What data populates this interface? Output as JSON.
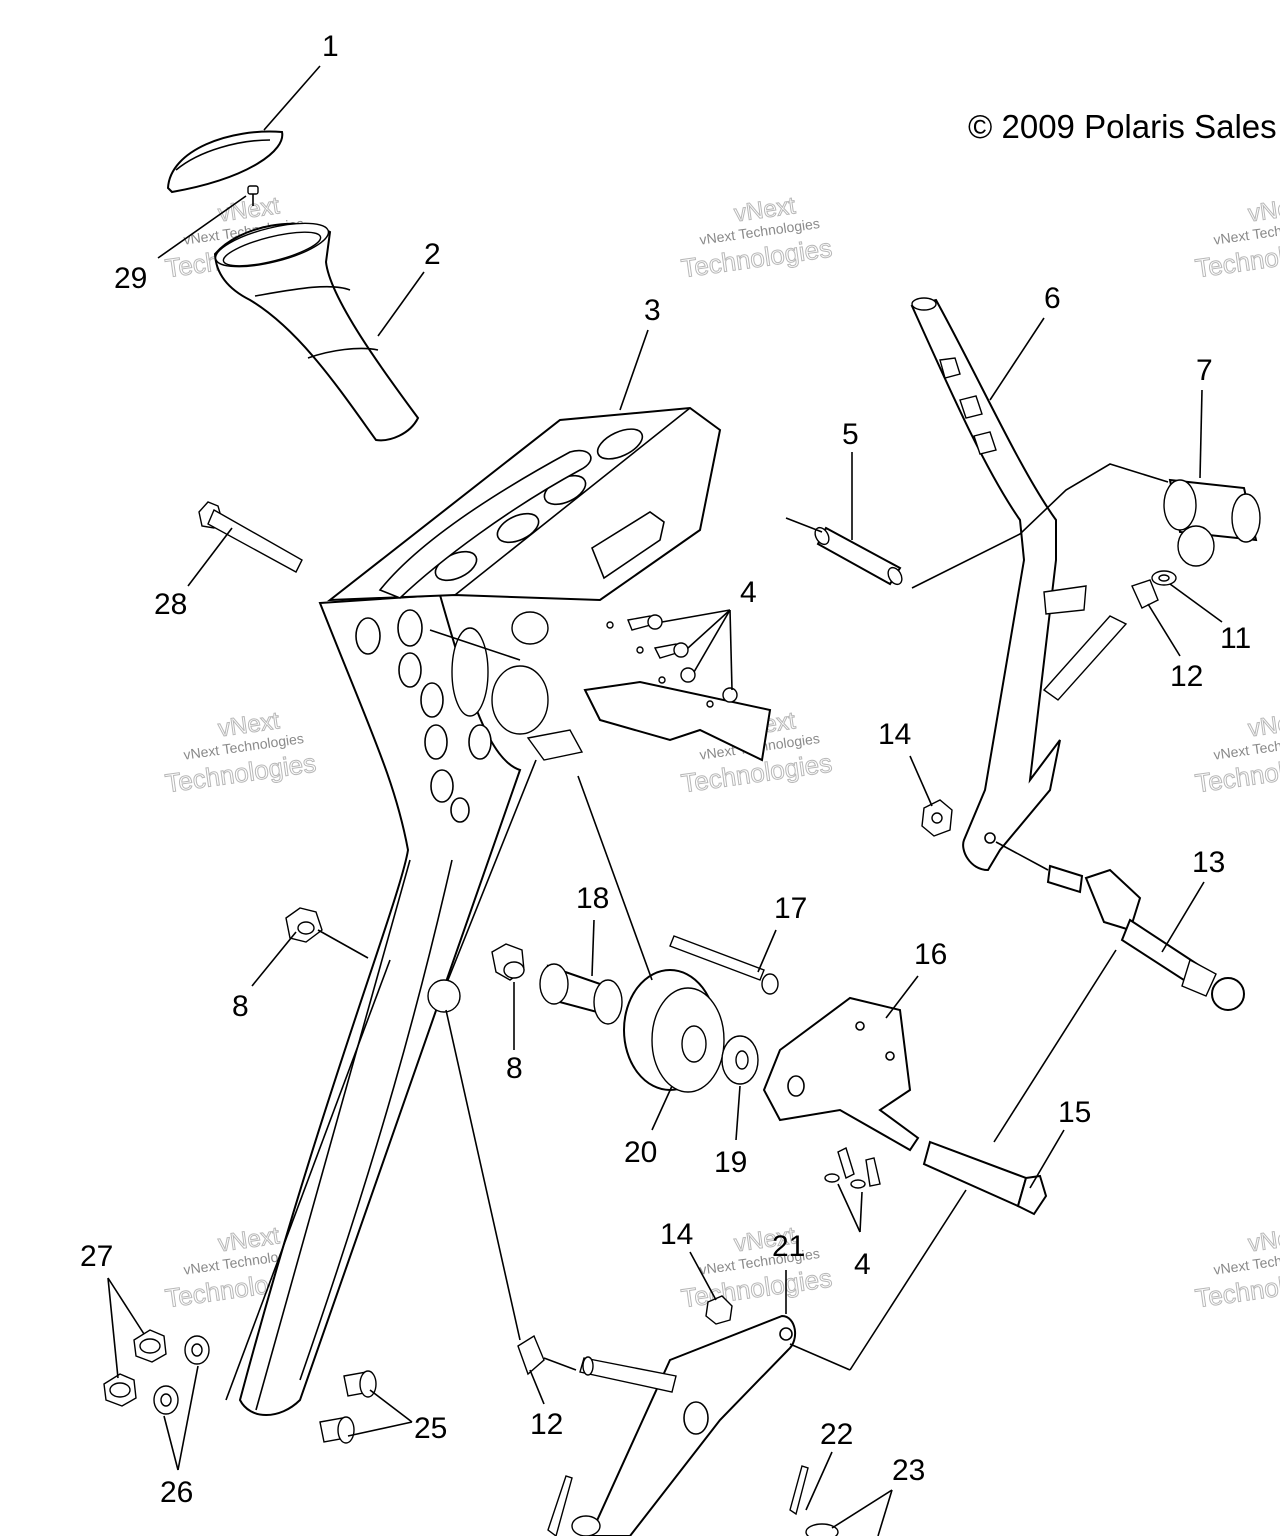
{
  "copyright": "© 2009 Polaris Sales",
  "watermark": {
    "line1": "vNext",
    "line2": "vNext Technologies",
    "line3": "Technologies"
  },
  "callouts": [
    "1",
    "2",
    "3",
    "4",
    "4",
    "5",
    "6",
    "7",
    "8",
    "8",
    "11",
    "12",
    "12",
    "13",
    "14",
    "14",
    "15",
    "16",
    "17",
    "18",
    "19",
    "20",
    "21",
    "22",
    "23",
    "25",
    "26",
    "27",
    "28",
    "29"
  ]
}
